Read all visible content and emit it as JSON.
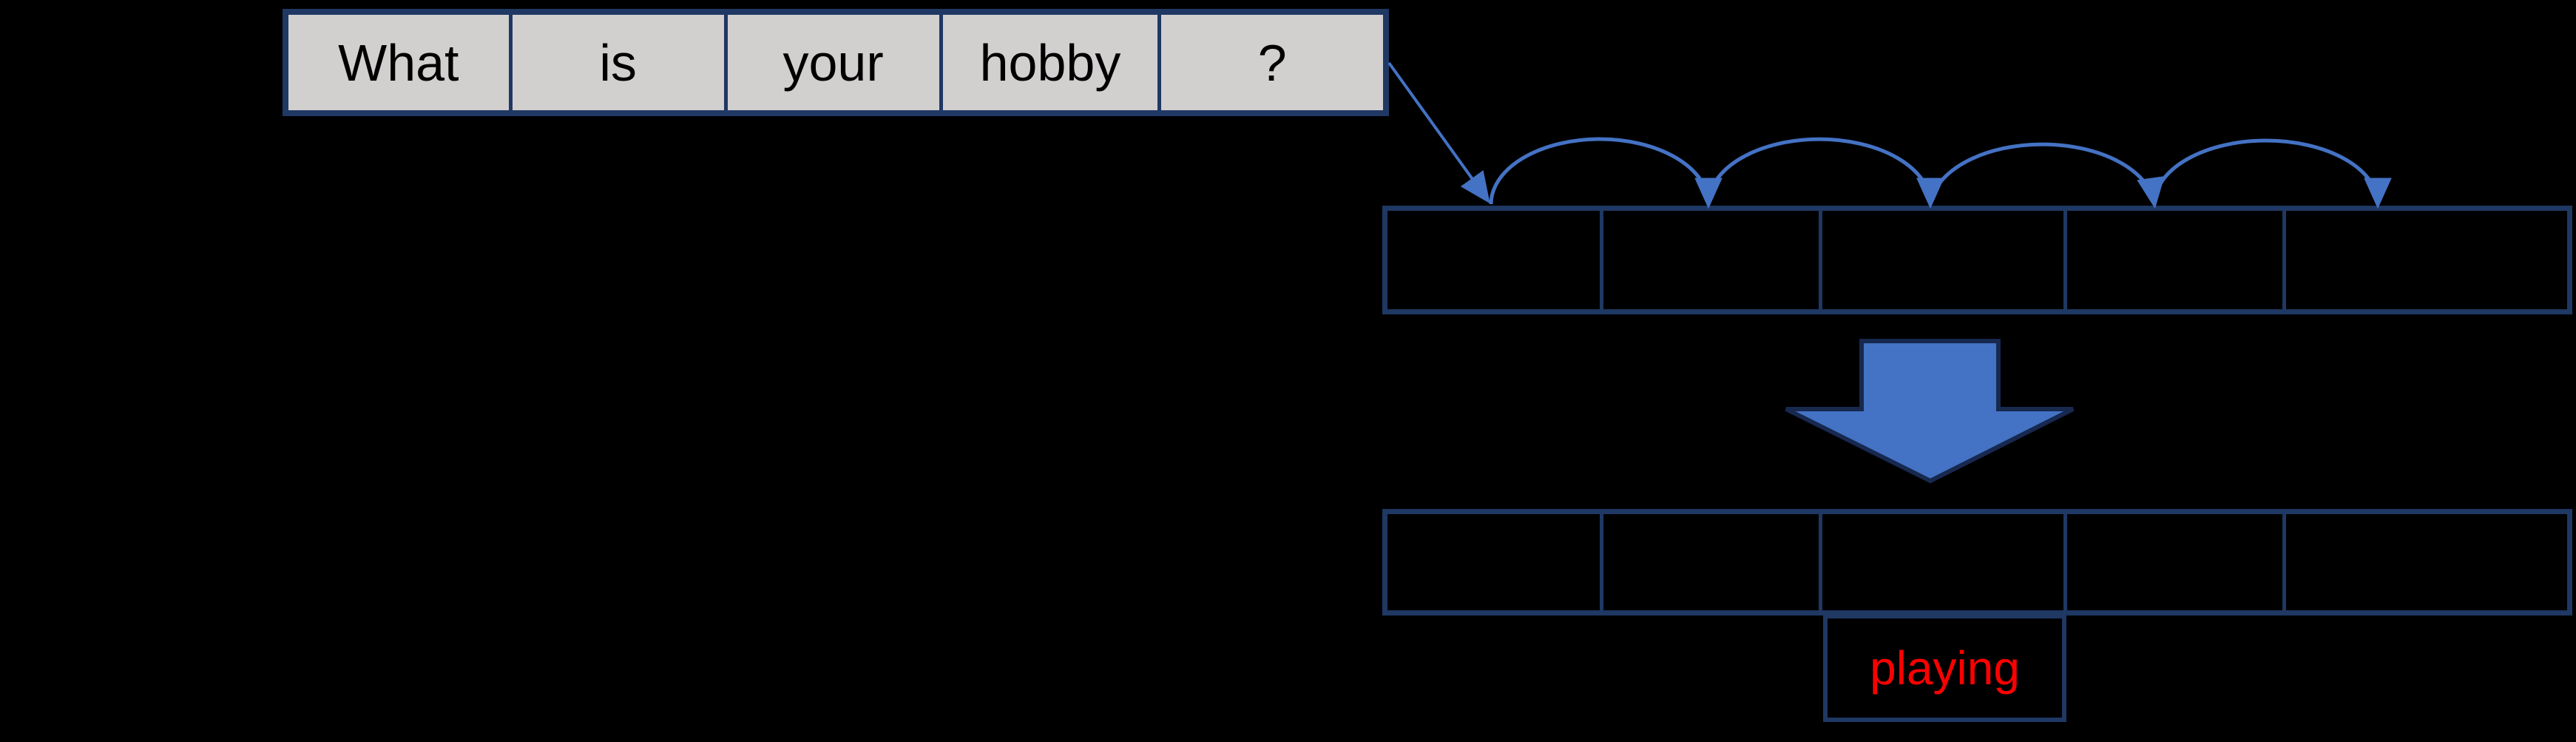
{
  "sentence_row": {
    "tokens": [
      "What",
      "is",
      "your",
      "hobby",
      "?"
    ]
  },
  "scan_row": {
    "cells": [
      "",
      "",
      "",
      "",
      ""
    ]
  },
  "output_row": {
    "cells": [
      "",
      "",
      "",
      "",
      ""
    ]
  },
  "prediction": {
    "label": "playing"
  },
  "shapes": {
    "connector_arrow": "diagonal-arrow-from-question-mark-to-first-cell",
    "hop_arcs": "four-curved-hop-arrows-across-cells",
    "block_arrow": "large-down-block-arrow"
  },
  "colors": {
    "background": "#000000",
    "box_border": "#1f3864",
    "token_box_fill": "#d2cfcf",
    "token_text": "#000000",
    "connector_blue": "#4472c4",
    "block_arrow_fill": "#4472c4",
    "block_arrow_outline": "#17294f",
    "prediction_text": "#ff0000"
  }
}
